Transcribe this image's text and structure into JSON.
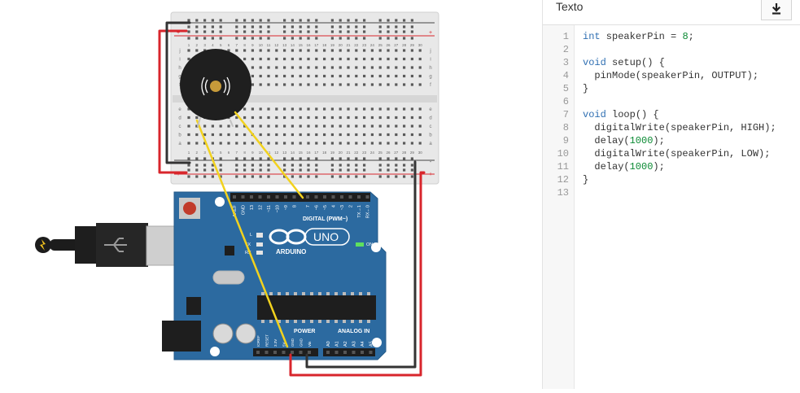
{
  "panel": {
    "title": "Texto",
    "download_icon": "download-icon"
  },
  "code": {
    "line_numbers": [
      "1",
      "2",
      "3",
      "4",
      "5",
      "6",
      "7",
      "8",
      "9",
      "10",
      "11",
      "12",
      "13"
    ],
    "lines": [
      [
        {
          "t": "int",
          "c": "kw"
        },
        {
          "t": " speakerPin = "
        },
        {
          "t": "8",
          "c": "num"
        },
        {
          "t": ";"
        }
      ],
      [],
      [
        {
          "t": "void",
          "c": "kw"
        },
        {
          "t": " setup() {"
        }
      ],
      [
        {
          "t": "  pinMode(speakerPin, OUTPUT);"
        }
      ],
      [
        {
          "t": "}"
        }
      ],
      [],
      [
        {
          "t": "void",
          "c": "kw"
        },
        {
          "t": " loop() {"
        }
      ],
      [
        {
          "t": "  digitalWrite(speakerPin, HIGH);"
        }
      ],
      [
        {
          "t": "  delay("
        },
        {
          "t": "1000",
          "c": "num"
        },
        {
          "t": ");"
        }
      ],
      [
        {
          "t": "  digitalWrite(speakerPin, LOW);"
        }
      ],
      [
        {
          "t": "  delay("
        },
        {
          "t": "1000",
          "c": "num"
        },
        {
          "t": ");"
        }
      ],
      [
        {
          "t": "}"
        }
      ],
      []
    ]
  },
  "arduino": {
    "model": "UNO",
    "brand": "ARDUINO",
    "digital_label": "DIGITAL (PWM~)",
    "power_label": "POWER",
    "analog_label": "ANALOG IN",
    "on_label": "ON",
    "tx_label": "TX",
    "rx_label": "RX",
    "l_label": "L",
    "digital_pins": [
      "AREF",
      "GND",
      "13",
      "12",
      "~11",
      "~10",
      "~9",
      "8",
      "7",
      "~6",
      "~5",
      "4",
      "~3",
      "2",
      "TX→1",
      "RX←0"
    ],
    "power_pins": [
      "IOREF",
      "RESET",
      "3.3V",
      "5V",
      "GND",
      "GND",
      "Vin"
    ],
    "analog_pins": [
      "A0",
      "A1",
      "A2",
      "A3",
      "A4",
      "A5"
    ]
  },
  "breadboard": {
    "columns": [
      "1",
      "2",
      "3",
      "4",
      "5",
      "6",
      "7",
      "8",
      "9",
      "10",
      "11",
      "12",
      "13",
      "14",
      "15",
      "16",
      "17",
      "18",
      "19",
      "20",
      "21",
      "22",
      "23",
      "24",
      "25",
      "26",
      "27",
      "28",
      "29",
      "30"
    ],
    "rows_top": [
      "j",
      "i",
      "h",
      "g",
      "f"
    ],
    "rows_bottom": [
      "e",
      "d",
      "c",
      "b",
      "a"
    ],
    "rail_plus": "+",
    "rail_minus": "-"
  },
  "colors": {
    "board_blue": "#2c6aa0",
    "wire_red": "#d8262c",
    "wire_black": "#333333",
    "wire_yellow": "#f2d21e",
    "keyword": "#2f6fb2",
    "number": "#0a8a33"
  }
}
